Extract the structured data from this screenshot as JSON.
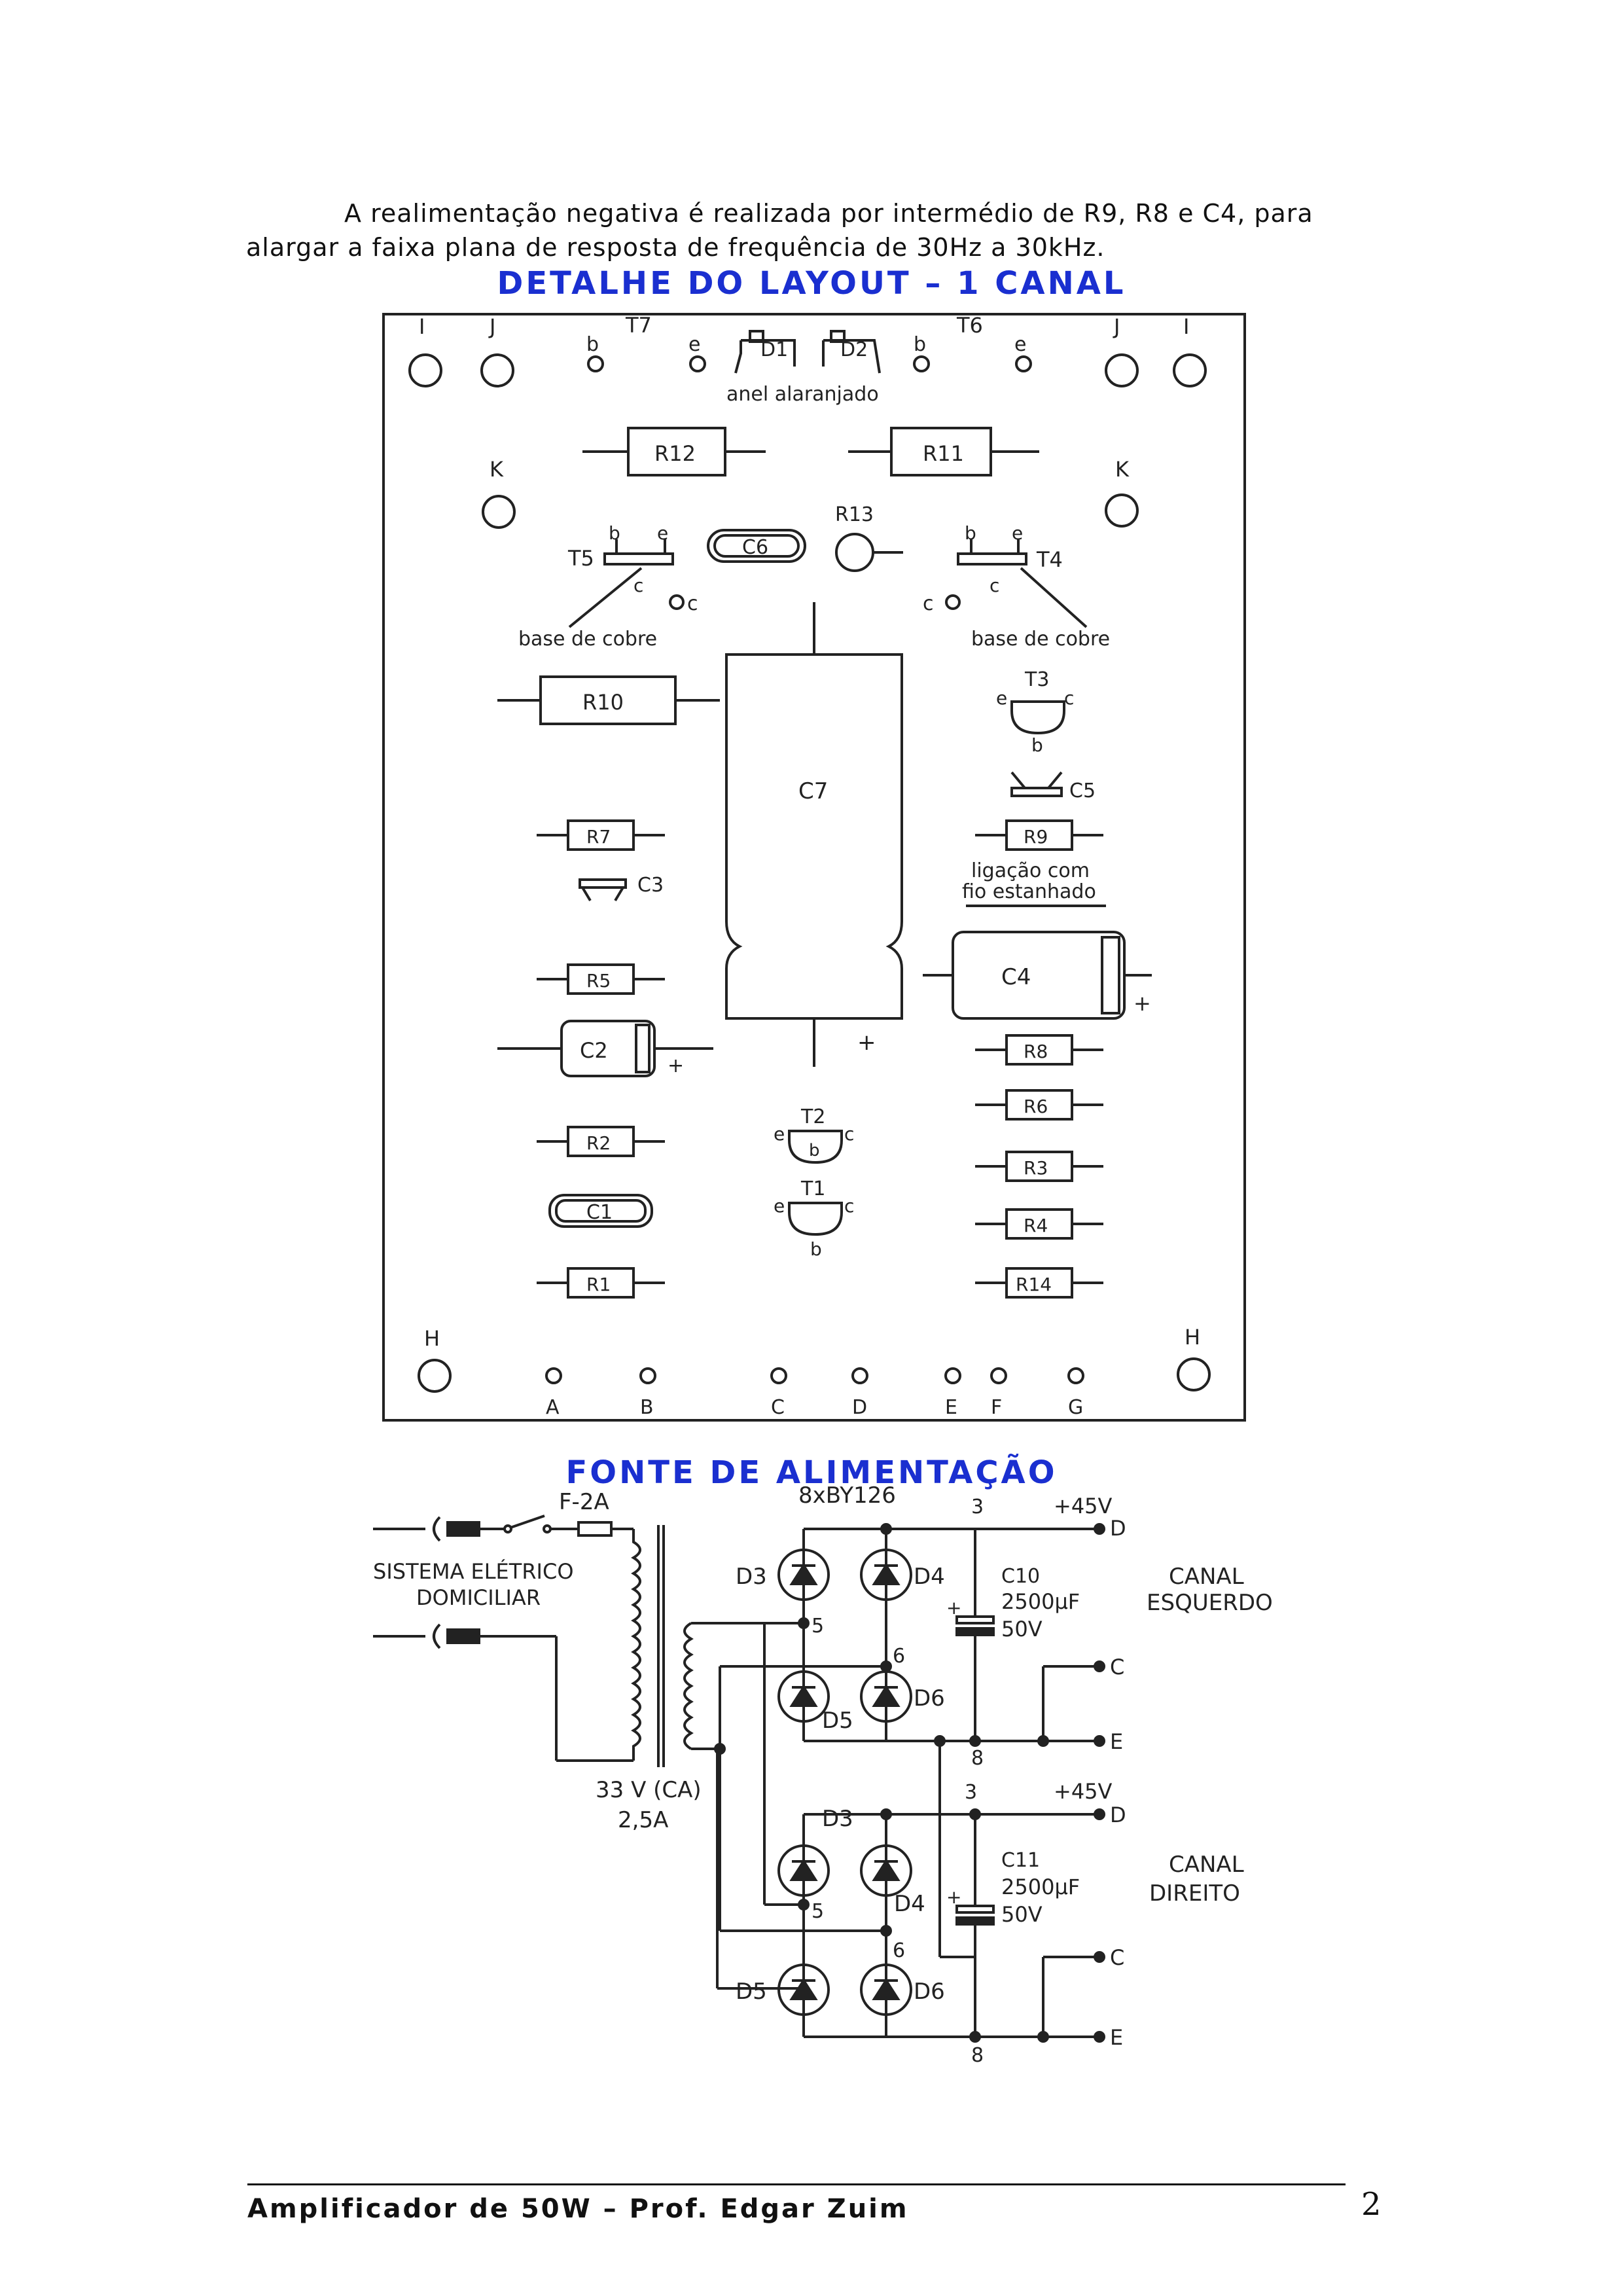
{
  "paragraph": "A realimentação negativa é realizada por intermédio de R9, R8 e C4, para alargar a faixa plana de resposta de frequência de 30Hz a 30kHz.",
  "heading_layout": "DETALHE DO LAYOUT – 1 CANAL",
  "heading_fonte": "FONTE DE ALIMENTAÇÃO",
  "layout": {
    "T7": "T7",
    "T6": "T6",
    "D1": "D1",
    "D2": "D2",
    "anel": "anel alaranjado",
    "R12": "R12",
    "R11": "R11",
    "R13": "R13",
    "C6": "C6",
    "T5": "T5",
    "T4": "T4",
    "base_l": "base de cobre",
    "base_r": "base de cobre",
    "R10": "R10",
    "C7": "C7",
    "T3": "T3",
    "C5": "C5",
    "R7": "R7",
    "R9": "R9",
    "C3": "C3",
    "lig1": "ligação com",
    "lig2": "fio estanhado",
    "R5": "R5",
    "C4": "C4",
    "C2": "C2",
    "R8": "R8",
    "R6": "R6",
    "R2": "R2",
    "T2": "T2",
    "R3": "R3",
    "C1": "C1",
    "T1": "T1",
    "R4": "R4",
    "R1": "R1",
    "R14": "R14",
    "I": "I",
    "J": "J",
    "K": "K",
    "H": "H",
    "A": "A",
    "B": "B",
    "C": "C",
    "D": "D",
    "E": "E",
    "F": "F",
    "G": "G",
    "b": "b",
    "e": "e",
    "c": "c",
    "plus": "+"
  },
  "fonte": {
    "fuse": "F-2A",
    "diodes": "8xBY126",
    "rede1": "SISTEMA ELÉTRICO",
    "rede2": "DOMICILIAR",
    "v45": "+45V",
    "n3": "3",
    "n5": "5",
    "n6": "6",
    "n8": "8",
    "D": "D",
    "C": "C",
    "E": "E",
    "D3": "D3",
    "D4": "D4",
    "D5": "D5",
    "D6": "D6",
    "C10": "C10",
    "C11": "C11",
    "cap": "2500µF",
    "volt": "50V",
    "esq1": "CANAL",
    "esq2": "ESQUERDO",
    "dir1": "CANAL",
    "dir2": "DIREITO",
    "sec1": "33 V (CA)",
    "sec2": "2,5A",
    "plus": "+"
  },
  "footer": "Amplificador de 50W – Prof. Edgar Zuim",
  "page_number": "2"
}
